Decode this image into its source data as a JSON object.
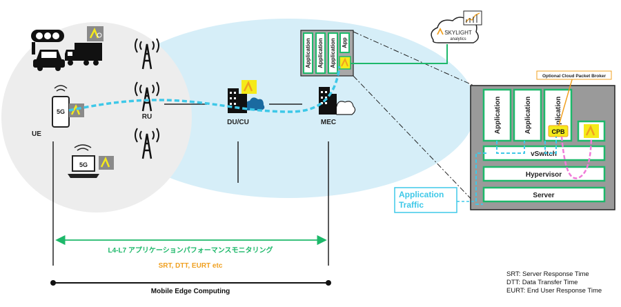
{
  "nodes": {
    "ue": "UE",
    "ru": "RU",
    "du_cu": "DU/CU",
    "mec": "MEC",
    "phone_5g": "5G",
    "laptop_5g": "5G"
  },
  "mec_stack": {
    "apps": [
      "Application",
      "Application",
      "Application",
      "App"
    ]
  },
  "server_detail": {
    "apps": [
      "Application",
      "Application",
      "Application"
    ],
    "cpb": "CPB",
    "cpb_callout": "Optional Cloud Packet Broker",
    "layers": [
      "vSwitch",
      "Hypervisor",
      "Server"
    ]
  },
  "skylight": {
    "name": "SKYLIGHT",
    "sub": "analytics"
  },
  "app_traffic": [
    "Application",
    "Traffic"
  ],
  "monitoring": {
    "label": "L4-L7 アプリケーションパフォーマンスモニタリング",
    "metrics": "SRT, DTT, EURT etc"
  },
  "mec_span": "Mobile Edge Computing",
  "legend": [
    "SRT: Server Response Time",
    "DTT: Data Transfer Time",
    "EURT: End User Response Time"
  ],
  "colors": {
    "green": "#1db86a",
    "cyan": "#3ec8e8",
    "sky": "#d6eef8",
    "ue_bg": "#ededed",
    "orange": "#f0a020",
    "yellow": "#f5ea1a",
    "pink": "#f07ad8",
    "panel": "#9a9a9a"
  }
}
